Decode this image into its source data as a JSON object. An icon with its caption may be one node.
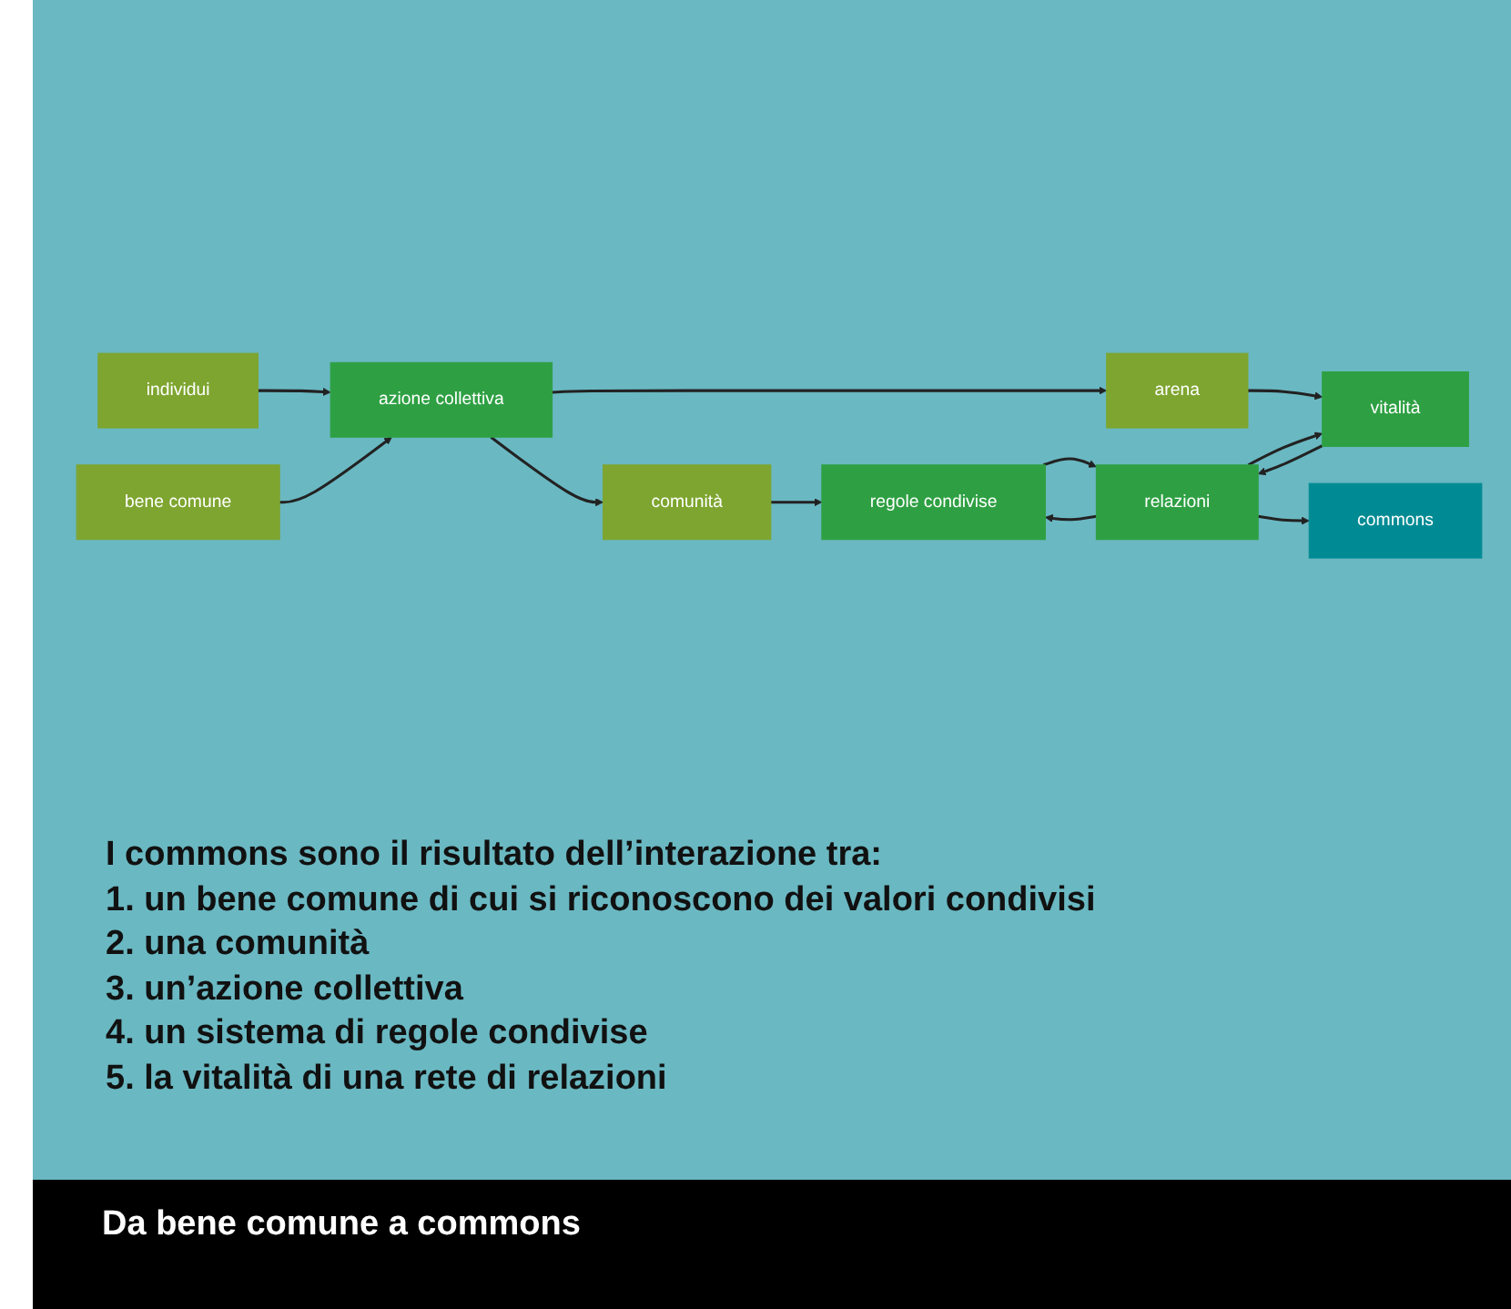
{
  "diagram": {
    "caption": "Da bene comune a commons",
    "nodes": [
      {
        "text": [
          "individui"
        ]
      },
      {
        "text": [
          "bene comune"
        ]
      },
      {
        "text": [
          "azione collettiva"
        ]
      },
      {
        "text": [
          "comunità"
        ]
      },
      {
        "text": [
          "arena"
        ]
      },
      {
        "text": [
          "regole condivise"
        ]
      },
      {
        "text": [
          "relazioni"
        ]
      },
      {
        "text": [
          "vitalità"
        ]
      },
      {
        "text": [
          "commons"
        ]
      }
    ],
    "edges": [
      {
        "from": 0,
        "to": 2,
        "arrow": "to"
      },
      {
        "from": 1,
        "to": 2,
        "arrow": "to"
      },
      {
        "from": 2,
        "to": 3,
        "arrow": "to"
      },
      {
        "from": 2,
        "to": 4,
        "arrow": "to"
      },
      {
        "from": 3,
        "to": 5,
        "arrow": "to"
      },
      {
        "from": 4,
        "to": 7,
        "arrow": "to"
      },
      {
        "from": 5,
        "to": 6,
        "arrow": "to"
      },
      {
        "from": 6,
        "to": 5,
        "arrow": "to"
      },
      {
        "from": 6,
        "to": 7,
        "arrow": "to"
      },
      {
        "from": 7,
        "to": 6,
        "arrow": "to"
      },
      {
        "from": 6,
        "to": 8,
        "arrow": "to"
      }
    ],
    "labels": [
      "I commons sono il risultato dell’interazione tra:",
      "1. un bene comune di cui si riconoscono dei valori condivisi",
      "2. una comunità",
      "3. un’azione collettiva",
      "4. un sistema di regole condivise",
      "5. la vitalità di una rete di relazioni"
    ]
  }
}
